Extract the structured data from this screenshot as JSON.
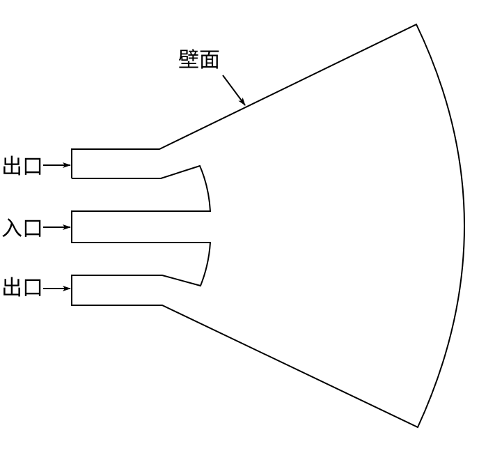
{
  "labels": {
    "wall": "壁面",
    "outlet_top": "出口",
    "inlet": "入口",
    "outlet_bottom": "出口"
  },
  "colors": {
    "line": "#000000",
    "background": "#ffffff"
  }
}
